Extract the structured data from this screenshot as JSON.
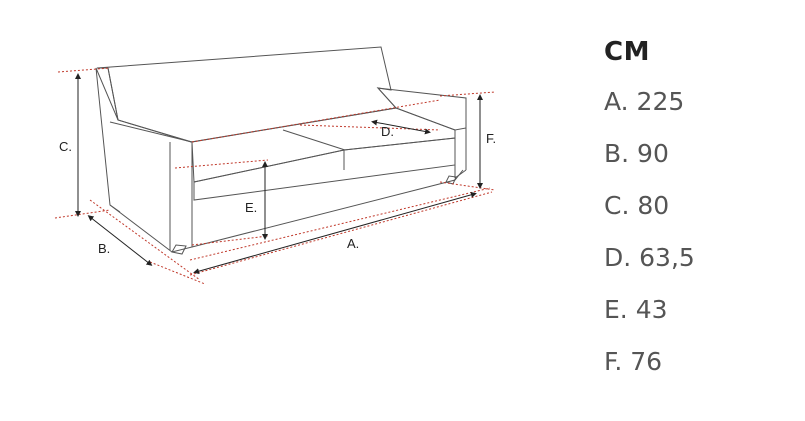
{
  "labels": {
    "a": "A.",
    "b": "B.",
    "c": "C.",
    "d": "D.",
    "e": "E.",
    "f": "F."
  },
  "legend": {
    "unit": "CM",
    "rows": [
      "A. 225",
      "B. 90",
      "C. 80",
      "D. 63,5",
      "E. 43",
      "F. 76"
    ]
  },
  "colors": {
    "outline": "#555555",
    "guide": "#c0392b",
    "dimension": "#222222"
  }
}
